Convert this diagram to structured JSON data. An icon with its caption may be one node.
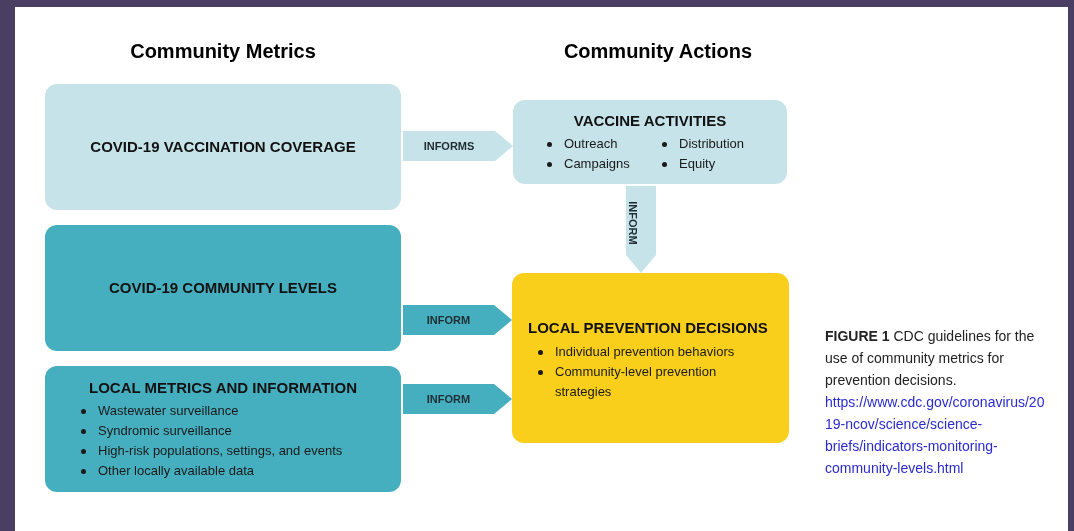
{
  "diagram": {
    "caption": "**FIGURE 1**   CDC guidelines for the use of community metrics for prevention decisions.",
    "nodes": [
      {
        "text": [
          "COVID-19 VACCINATION COVERAGE"
        ]
      },
      {
        "text": [
          "COVID-19 COMMUNITY LEVELS"
        ]
      },
      {
        "text": [
          "LOCAL METRICS AND INFORMATION",
          "Wastewater surveillance",
          "Syndromic surveillance",
          "High-risk populations, settings, and events",
          "Other locally available data"
        ]
      },
      {
        "text": [
          "VACCINE ACTIVITIES",
          "Outreach",
          "Distribution",
          "Campaigns",
          "Equity"
        ]
      },
      {
        "text": [
          "LOCAL PREVENTION DECISIONS",
          "Individual prevention behaviors",
          "Community-level prevention strategies"
        ]
      }
    ],
    "edges": [
      {
        "from": 0,
        "to": 3,
        "arrow": "to",
        "label": "INFORMS",
        "color": "#c6e3e9"
      },
      {
        "from": 3,
        "to": 4,
        "arrow": "to",
        "label": "INFORM",
        "color": "#c6e3e9"
      },
      {
        "from": 1,
        "to": 4,
        "arrow": "to",
        "label": "INFORM",
        "color": "#45afbf"
      },
      {
        "from": 2,
        "to": 4,
        "arrow": "to",
        "label": "INFORM",
        "color": "#45afbf"
      }
    ],
    "labels": [
      "Community Metrics",
      "Community Actions",
      "https://www.cdc.gov/coronavirus/2019-ncov/science/science-briefs/indicators-monitoring-community-levels.html"
    ]
  }
}
